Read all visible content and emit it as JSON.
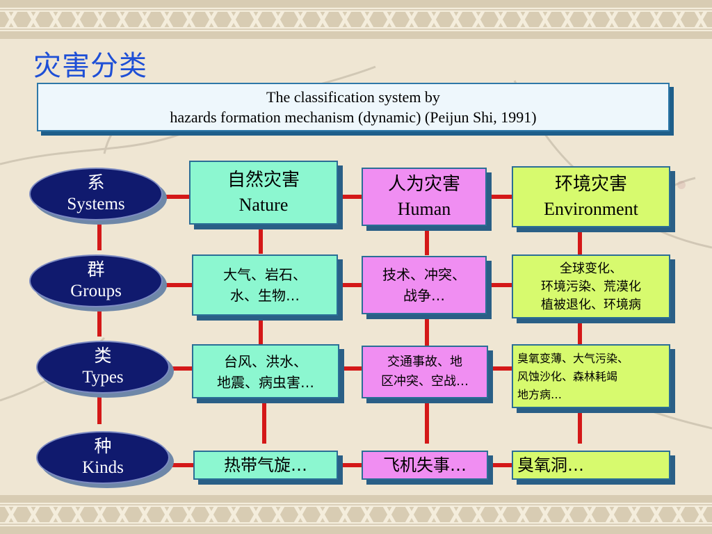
{
  "title": "灾害分类",
  "banner": {
    "line1": "The classification system by",
    "line2": "hazards formation mechanism (dynamic)  (Peijun Shi, 1991)"
  },
  "levels": [
    {
      "zh": "系",
      "en": "Systems"
    },
    {
      "zh": "群",
      "en": "Groups"
    },
    {
      "zh": "类",
      "en": "Types"
    },
    {
      "zh": "种",
      "en": "Kinds"
    }
  ],
  "columns": {
    "nature": {
      "system": {
        "zh": "自然灾害",
        "en": "Nature"
      },
      "group": [
        "大气、岩石、",
        "水、生物…"
      ],
      "type": [
        "台风、洪水、",
        "地震、病虫害…"
      ],
      "kind": "热带气旋…"
    },
    "human": {
      "system": {
        "zh": "人为灾害",
        "en": "Human"
      },
      "group": [
        "技术、冲突、",
        "战争…"
      ],
      "type": [
        "交通事故、地",
        "区冲突、空战…"
      ],
      "kind": "飞机失事…"
    },
    "env": {
      "system": {
        "zh": "环境灾害",
        "en": "Environment"
      },
      "group": [
        "全球变化、",
        "环境污染、荒漠化",
        "植被退化、环境病"
      ],
      "type": [
        "臭氧变薄、大气污染、",
        "风蚀沙化、森林耗竭",
        "地方病…"
      ],
      "kind": "臭氧洞…"
    }
  },
  "colors": {
    "title": "#1e4fd6",
    "oval": "#101a6e",
    "connector": "#d41818",
    "nature_box": "#8cf7d0",
    "human_box": "#f08ef2",
    "env_box": "#d7fa6e",
    "banner_bg": "#eef7fc"
  }
}
